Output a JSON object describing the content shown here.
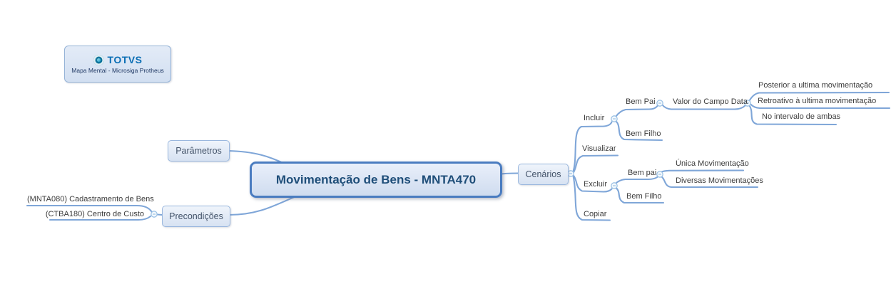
{
  "app": {
    "title": "Mapa Mental - Microsiga Protheus",
    "background": "#ffffff"
  },
  "logo": {
    "brand": "TOTVS",
    "caption": "Mapa Mental - Microsiga Protheus"
  },
  "mindmap": {
    "root": "Movimentação de Bens - MNTA470",
    "left": {
      "parametros": "Parâmetros",
      "precondicoes": "Precondições",
      "mnta080": "(MNTA080) Cadastramento de Bens",
      "ctba180": "(CTBA180) Centro de Custo"
    },
    "right": {
      "cenarios": "Cenários",
      "incluir": "Incluir",
      "visualizar": "Visualizar",
      "excluir": "Excluir",
      "copiar": "Copiar",
      "bem_pai_incluir": "Bem Pai",
      "bem_filho_incluir": "Bem Filho",
      "valor_campo_data": "Valor do Campo Data",
      "posterior": "Posterior a ultima movimentação",
      "retroativo": "Retroativo à ultima movimentação",
      "intervalo": "No intervalo de ambas",
      "bem_pai_excluir": "Bem pai",
      "unica": "Única Movimentação",
      "diversas": "Diversas Movimentações",
      "bem_filho_excluir": "Bem Filho"
    },
    "hierarchy": {
      "Movimentação de Bens - MNTA470": {
        "Parâmetros": {},
        "Precondições": [
          "(MNTA080) Cadastramento de Bens",
          "(CTBA180) Centro de Custo"
        ],
        "Cenários": {
          "Incluir": {
            "Bem Pai": {
              "Valor do Campo Data": [
                "Posterior a ultima movimentação",
                "Retroativo à ultima movimentação",
                "No intervalo de ambas"
              ]
            },
            "Bem Filho": {}
          },
          "Visualizar": {},
          "Excluir": {
            "Bem pai": [
              "Única Movimentação",
              "Diversas Movimentações"
            ],
            "Bem Filho": {}
          },
          "Copiar": {}
        }
      }
    }
  },
  "colors": {
    "branch_line": "#7fa6d8",
    "connector_circle": "#9cc2e5",
    "node_text": "#3c3c3c",
    "box_text": "#44546a",
    "box_border": "#9ab7de",
    "box_fill": "#dde7f4",
    "central_border": "#4a7cc0",
    "central_text": "#1f4e79",
    "brand_blue": "#0c6fb5"
  }
}
